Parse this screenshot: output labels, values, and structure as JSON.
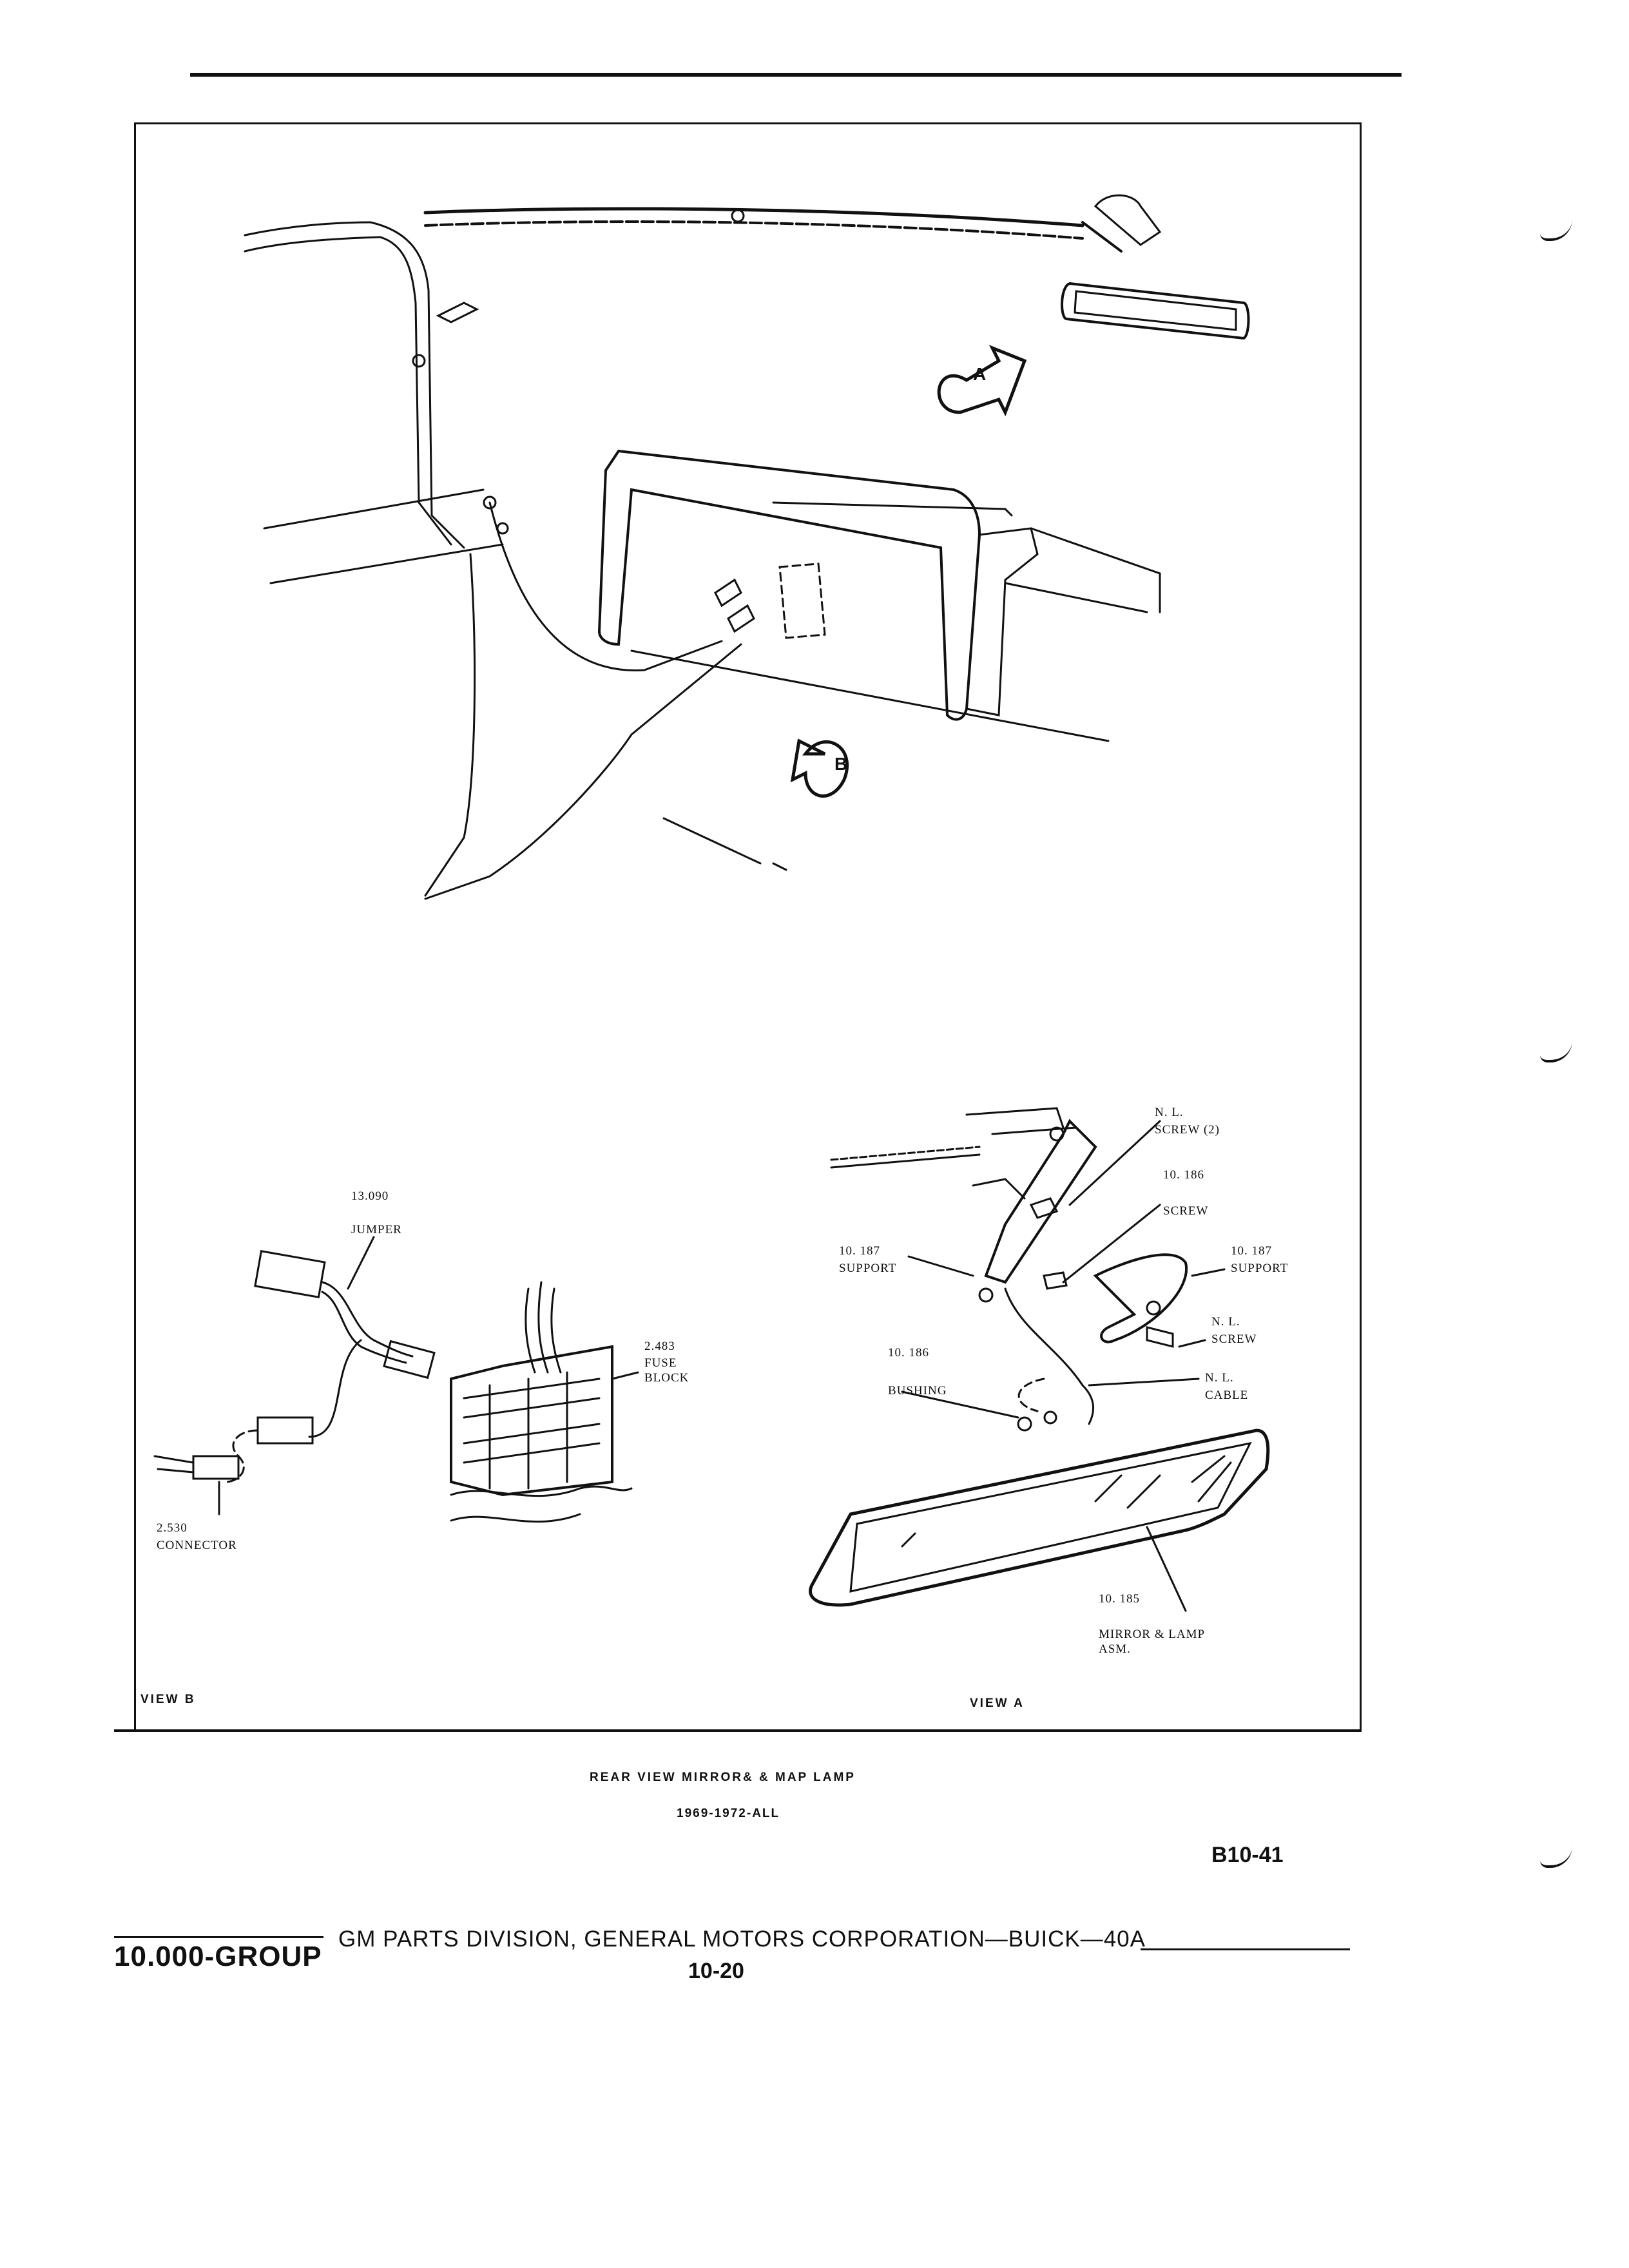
{
  "callouts": {
    "view_a_arrow": "A",
    "view_b_arrow": "B"
  },
  "view_b": {
    "label": "VIEW B",
    "parts": [
      {
        "number": "13.090",
        "name": "JUMPER"
      },
      {
        "number": "2.483",
        "name": "FUSE\nBLOCK"
      },
      {
        "number": "2.530",
        "name": "CONNECTOR"
      }
    ]
  },
  "view_a": {
    "label": "VIEW A",
    "parts": [
      {
        "number": "N. L.",
        "name": "SCREW (2)"
      },
      {
        "number": "10. 186",
        "name": "SCREW"
      },
      {
        "number": "10. 187",
        "name": "SUPPORT"
      },
      {
        "number": "10. 187",
        "name": "SUPPORT"
      },
      {
        "number": "N. L.",
        "name": "SCREW"
      },
      {
        "number": "10. 186",
        "name": "BUSHING"
      },
      {
        "number": "N. L.",
        "name": "CABLE"
      },
      {
        "number": "10. 185",
        "name": "MIRROR & LAMP\nASM."
      }
    ]
  },
  "caption": {
    "title": "REAR VIEW MIRROR& & MAP LAMP",
    "years": "1969-1972-ALL"
  },
  "page_id": "B10-41",
  "footer": {
    "group": "10.000-GROUP",
    "division": "GM PARTS DIVISION,  GENERAL MOTORS CORPORATION—BUICK—40A",
    "page_number": "10-20"
  }
}
